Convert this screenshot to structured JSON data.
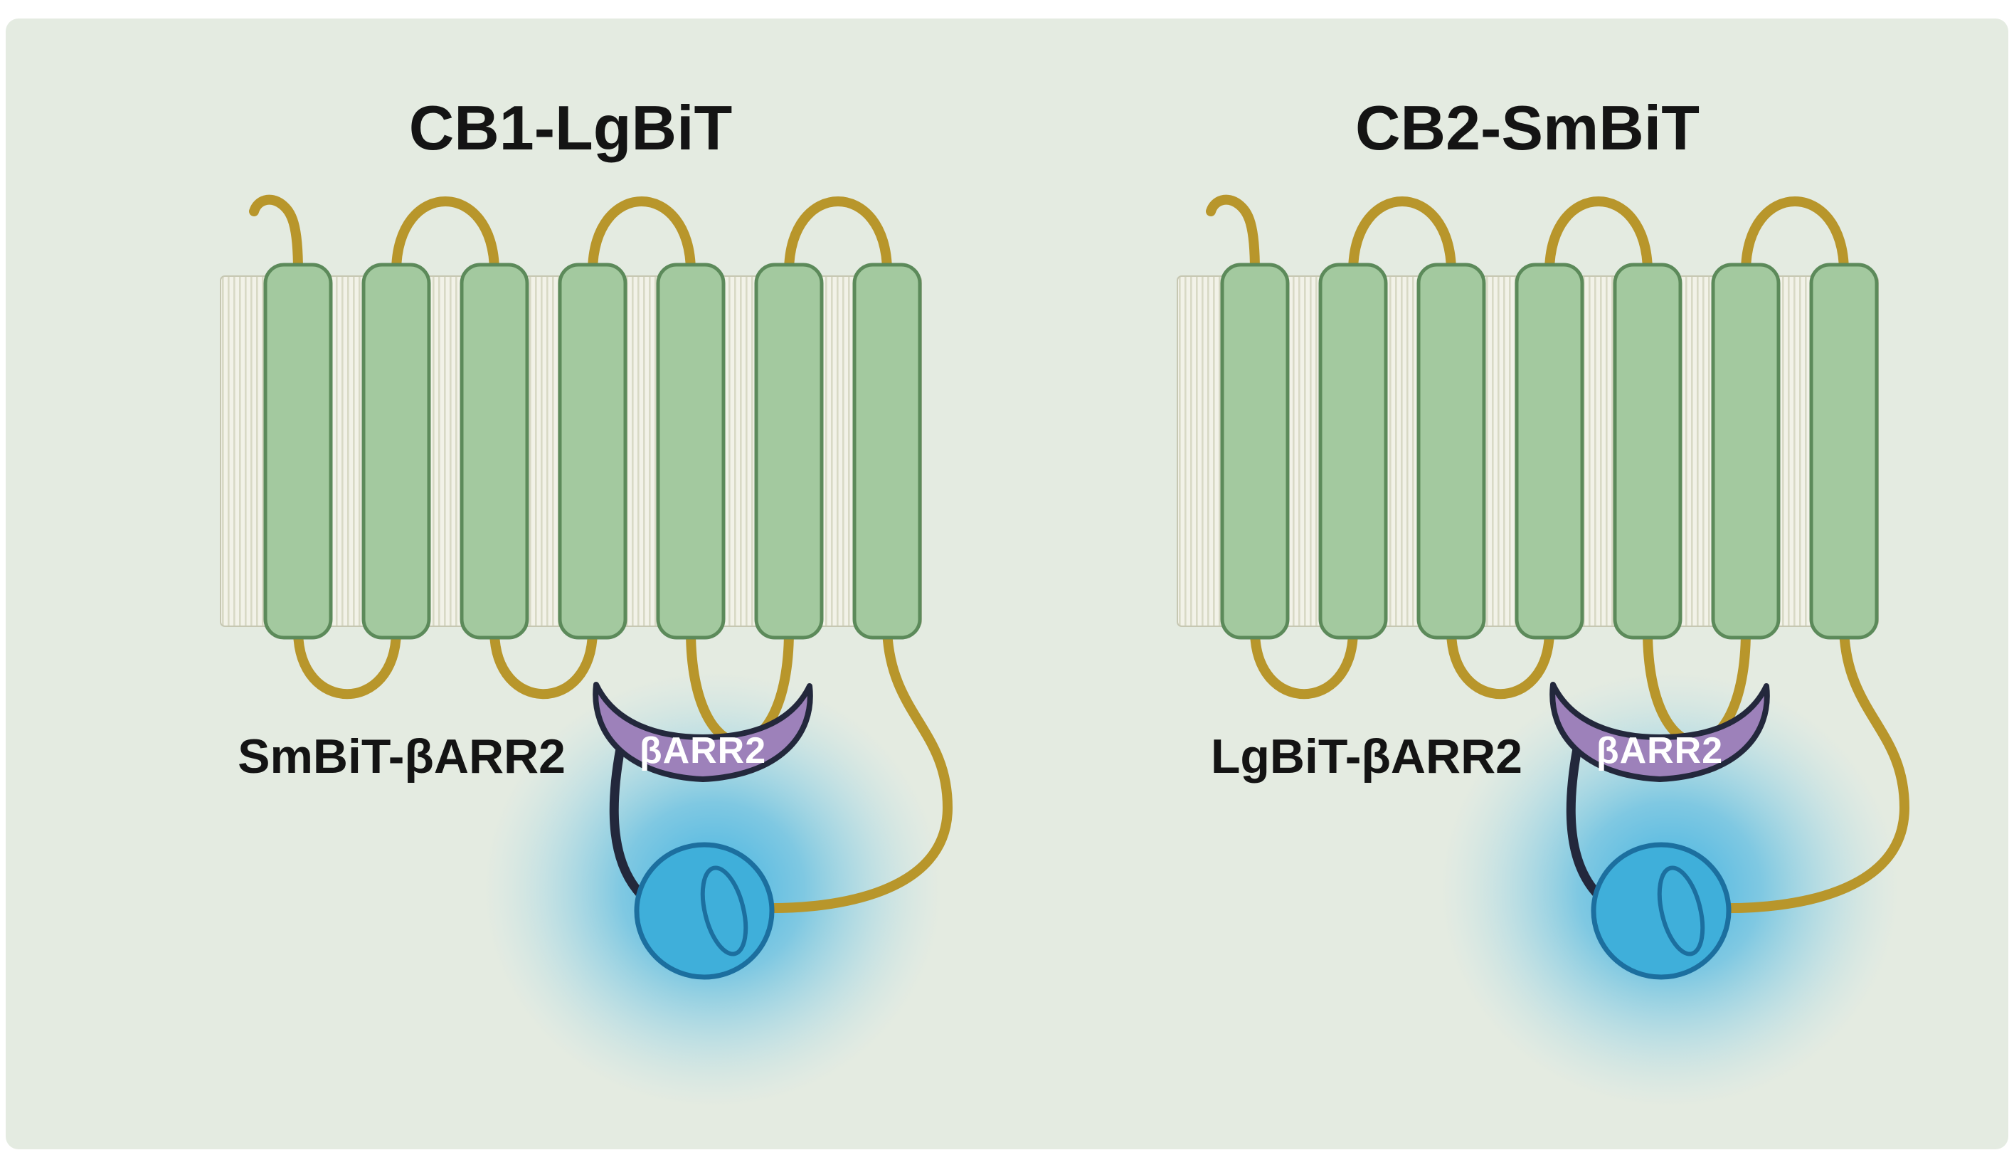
{
  "figure": {
    "description": "NanoBiT beta-arrestin2 recruitment assay schematics for two cannabinoid receptors",
    "panels": [
      {
        "title": "CB1-LgBiT",
        "fusion_label": "SmBiT-βARR2",
        "arrestin_text": "βARR2"
      },
      {
        "title": "CB2-SmBiT",
        "fusion_label": "LgBiT-βARR2",
        "arrestin_text": "βARR2"
      }
    ],
    "colors": {
      "background": "#e4ebe1",
      "membrane_fill": "#f2f2e8",
      "membrane_stripe": "#d8d9c5",
      "helix_fill": "#a3c99f",
      "helix_stroke": "#5c8a5a",
      "loop": "#b8962b",
      "arrestin_fill": "#9d81ba",
      "arrestin_outline": "#23283c",
      "luciferase_fill": "#3fafda",
      "luciferase_stroke": "#1c6f9f",
      "glow": "#3cb1e2",
      "title_text": "#141414",
      "arrestin_text": "#ffffff"
    }
  }
}
